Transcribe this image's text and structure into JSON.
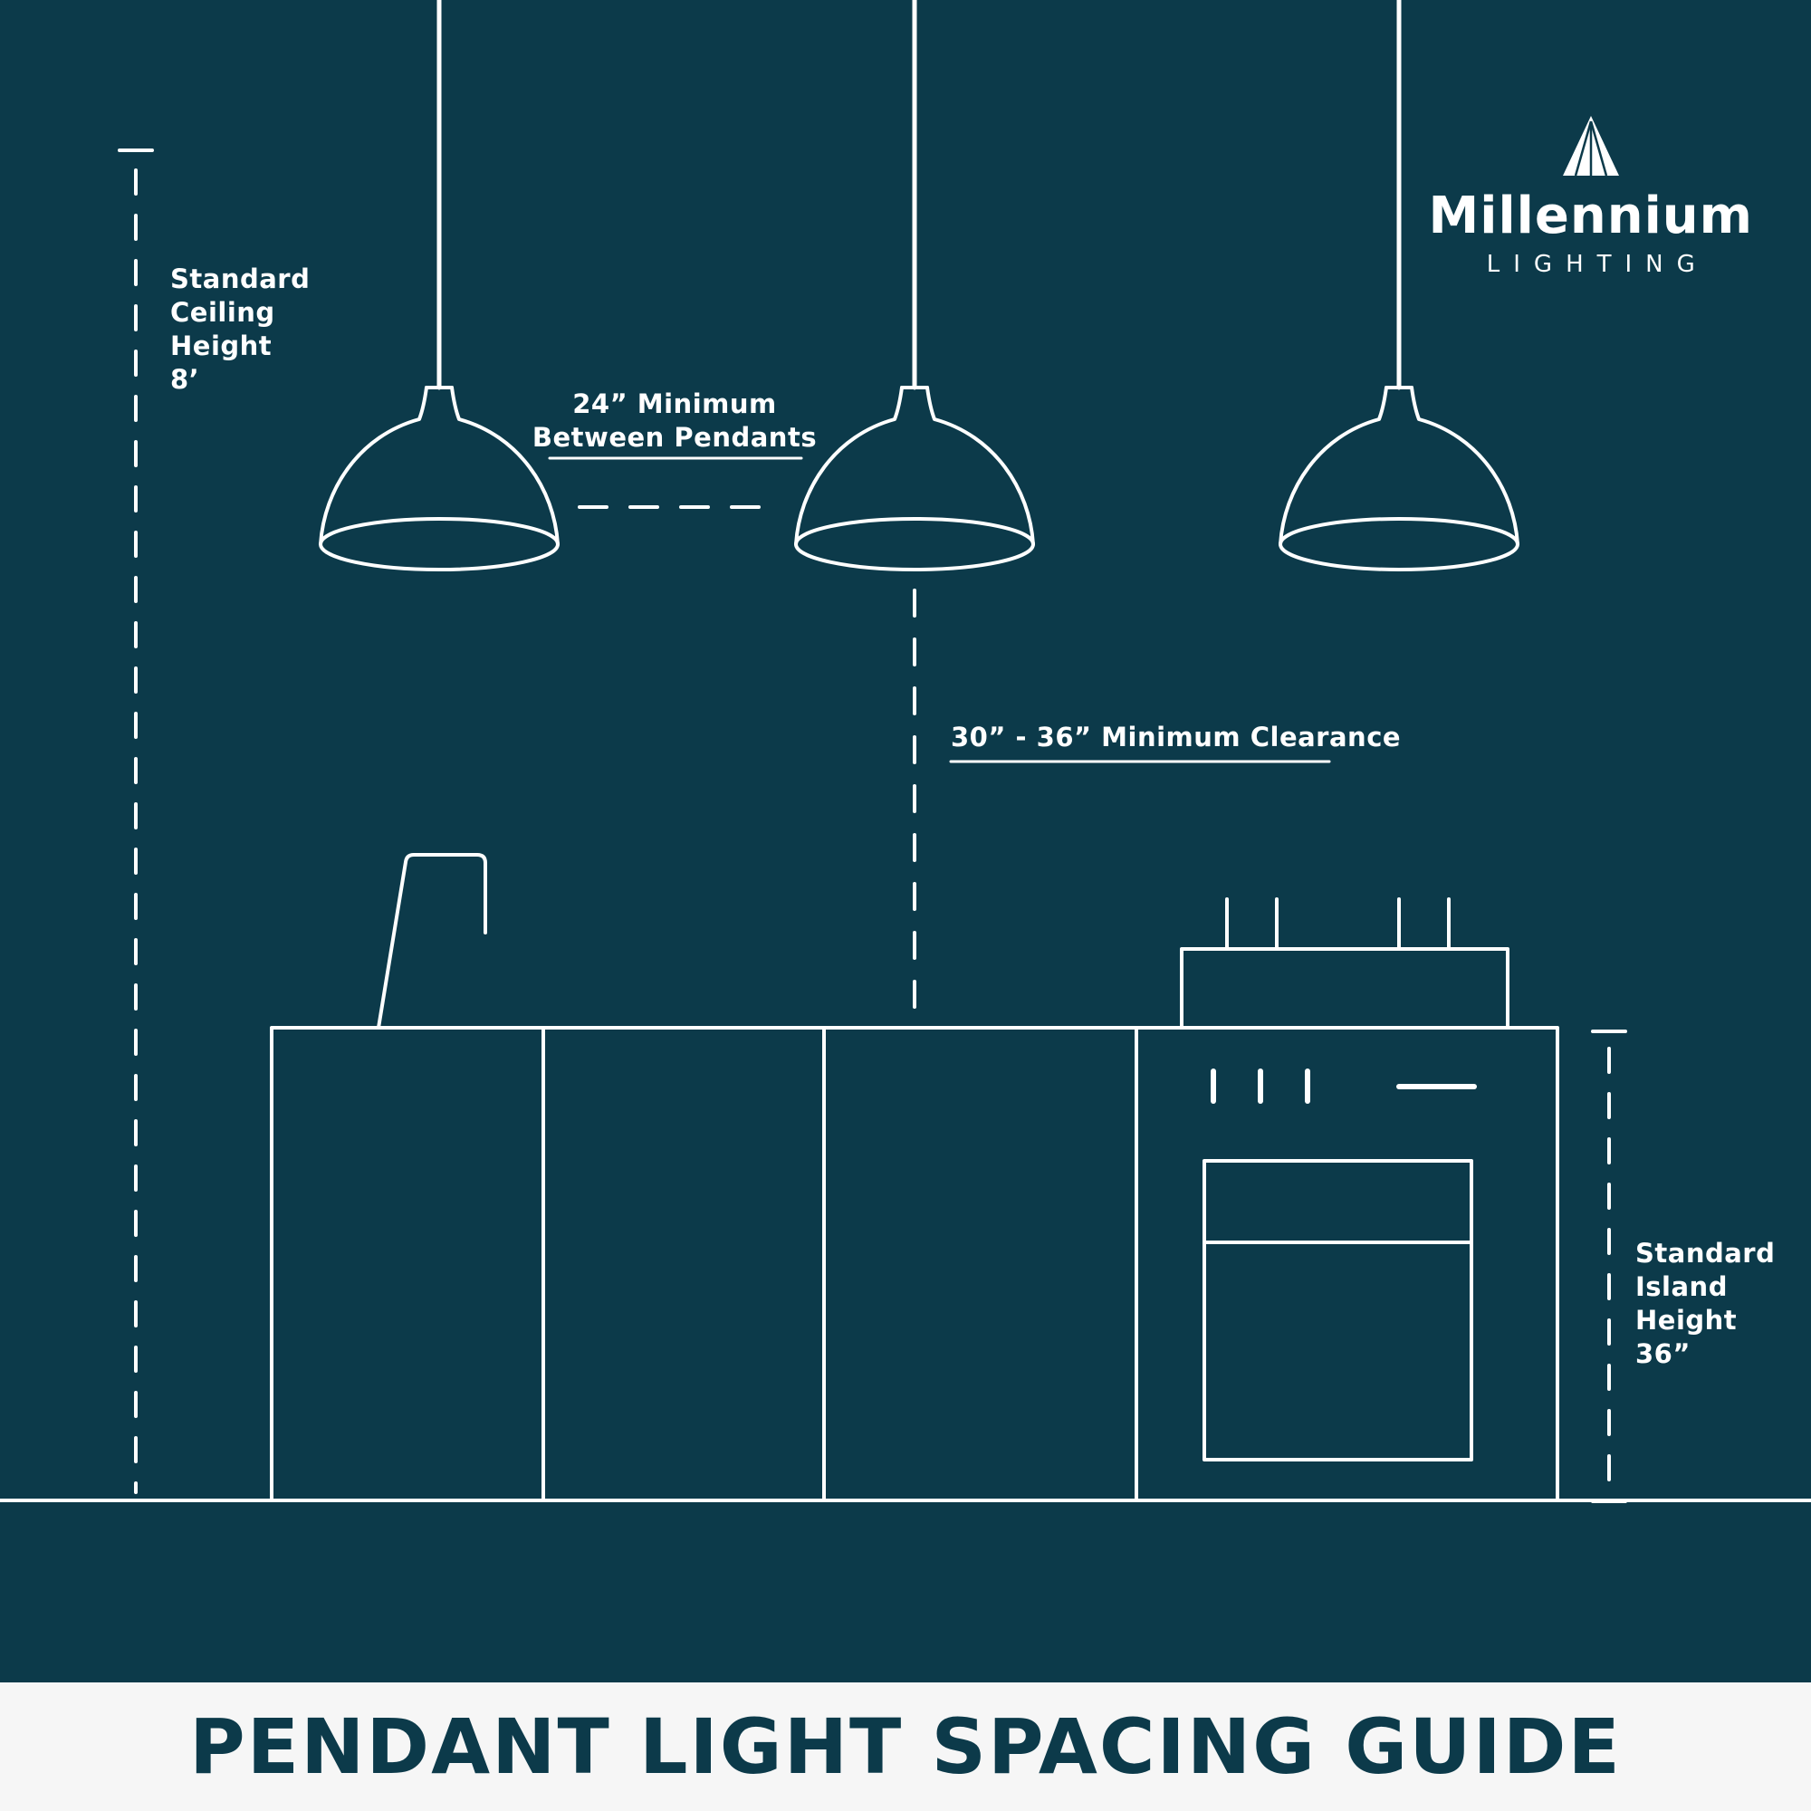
{
  "colors": {
    "background": "#0c3a4a",
    "line": "#ffffff",
    "footer_background": "#f6f6f6",
    "footer_text": "#0c3a4a"
  },
  "logo": {
    "brand": "Millennium",
    "subtitle": "LIGHTING"
  },
  "annotations": {
    "ceiling_height": {
      "lines": [
        "Standard",
        "Ceiling",
        "Height",
        "8’"
      ]
    },
    "pendant_spacing": {
      "lines": [
        "24” Minimum",
        "Between Pendants"
      ]
    },
    "clearance": {
      "text": "30” - 36” Minimum Clearance"
    },
    "island_height": {
      "lines": [
        "Standard",
        "Island",
        "Height",
        "36”"
      ]
    }
  },
  "footer": {
    "title": "PENDANT LIGHT SPACING GUIDE"
  }
}
